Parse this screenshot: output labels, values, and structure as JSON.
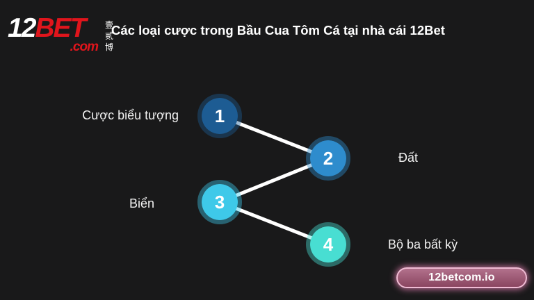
{
  "page": {
    "background": "#19191a"
  },
  "header": {
    "logo": {
      "text_12": "12",
      "text_bet": "BET",
      "text_com": ".com",
      "text_cn": "壹贰博",
      "red": "#e0151c",
      "white": "#ffffff"
    },
    "title": "Các loại cược trong Bầu Cua Tôm Cá tại nhà cái 12Bet"
  },
  "diagram": {
    "line_color": "#ffffff",
    "number_color": "#ffffff",
    "nodes": [
      {
        "num": "1",
        "label": "Cược biểu tượng",
        "label_side": "left",
        "fill": "#1d5c93"
      },
      {
        "num": "2",
        "label": "Đất",
        "label_side": "right",
        "fill": "#2e8ccd"
      },
      {
        "num": "3",
        "label": "Biển",
        "label_side": "left",
        "fill": "#3ec9e9"
      },
      {
        "num": "4",
        "label": "Bộ ba bất kỳ",
        "label_side": "right",
        "fill": "#48ded2"
      }
    ],
    "edges": [
      "1-2",
      "3-2",
      "3-4"
    ]
  },
  "footer": {
    "badge_label": "12betcom.io",
    "badge_fill_top": "#b2718c",
    "badge_fill_bottom": "#8a4560",
    "badge_border": "#f0bcd4"
  }
}
